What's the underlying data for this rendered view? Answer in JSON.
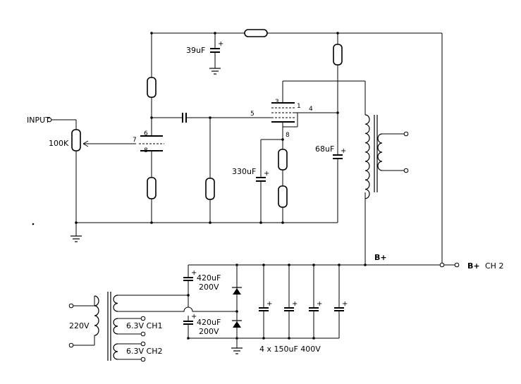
{
  "labels": {
    "input": "INPUT",
    "pot": "100K",
    "cap_39": "39uF",
    "cap_68": "68uF",
    "cap_330": "330uF",
    "cap_420_a": "420uF",
    "volt_a": "200V",
    "cap_420_b": "420uF",
    "volt_b": "200V",
    "mains": "220V",
    "heater_1": "6.3V CH1",
    "heater_2": "6.3V CH2",
    "filter_caps": "4 x 150uF 400V",
    "bplus_mid": "B+",
    "bplus_out": "B+",
    "channel": "CH 2"
  },
  "pins": {
    "p1": "1",
    "p3": "3",
    "p4": "4",
    "p5": "5",
    "p6": "6",
    "p7": "7",
    "p8a": "8",
    "p8b": "8"
  },
  "polarity_mark": "+"
}
